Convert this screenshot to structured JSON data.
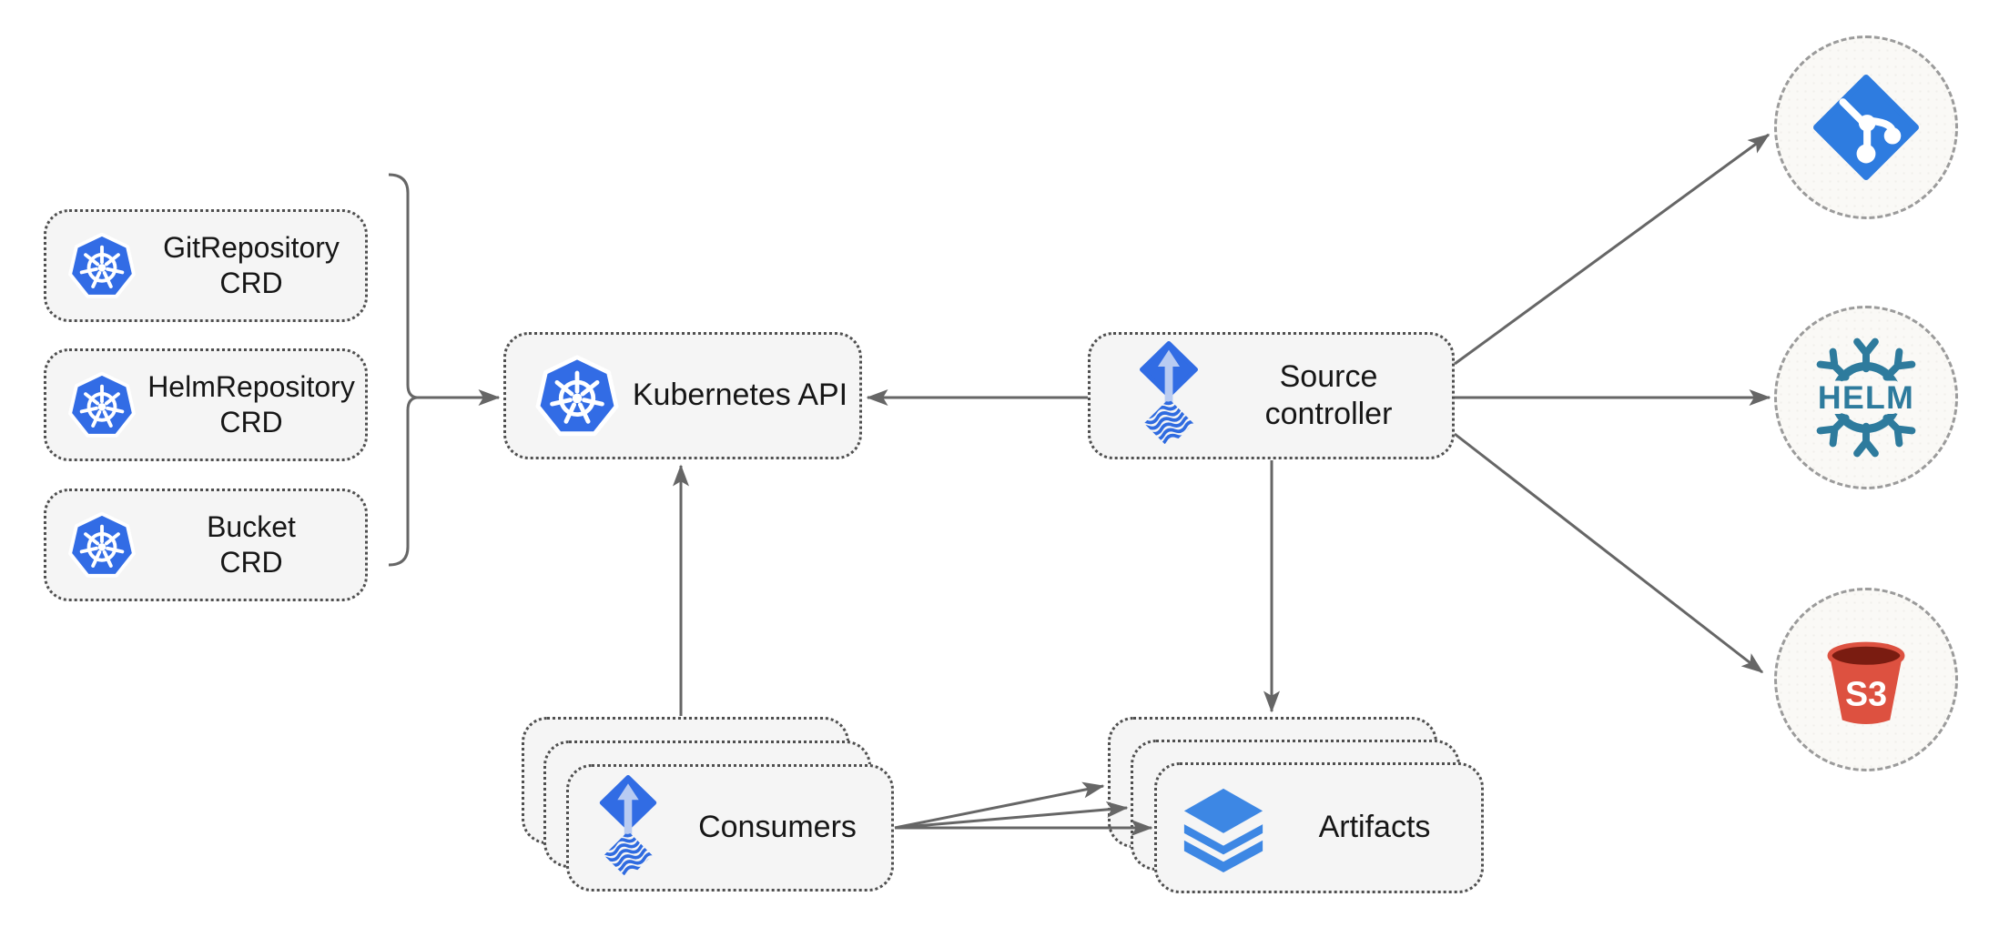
{
  "palette": {
    "box_fill": "#f5f5f5",
    "box_border": "#4f4f4f",
    "circle_fill": "#faf9f6",
    "circle_border": "#9b9b9b",
    "arrow_gray": "#666666",
    "kubernetes_blue": "#326CE5",
    "flux_blue": "#316ce4",
    "flux_light_arrow": "#b8cbf2",
    "git_blue": "#2e7ce0",
    "helm_teal": "#2e7b9d",
    "s3_red": "#dd5140",
    "s3_dark_rim": "#7a1c11",
    "layers_blue": "#3d87e4"
  },
  "nodes": {
    "crds": [
      {
        "line1": "GitRepository",
        "line2": "CRD"
      },
      {
        "line1": "HelmRepository",
        "line2": "CRD"
      },
      {
        "line1": "Bucket",
        "line2": "CRD"
      }
    ],
    "kubernetes_api": {
      "label": "Kubernetes API"
    },
    "source_controller": {
      "line1": "Source",
      "line2": "controller"
    },
    "consumers": {
      "label": "Consumers"
    },
    "artifacts": {
      "label": "Artifacts"
    },
    "helm": {
      "logo_text": "HELM"
    },
    "s3": {
      "logo_text": "S3"
    }
  },
  "edges": [
    {
      "from": "crd-group-bracket",
      "to": "kubernetes-api"
    },
    {
      "from": "source-controller",
      "to": "kubernetes-api"
    },
    {
      "from": "consumers",
      "to": "kubernetes-api"
    },
    {
      "from": "source-controller",
      "to": "artifacts"
    },
    {
      "from": "source-controller",
      "to": "git-source"
    },
    {
      "from": "source-controller",
      "to": "helm-source"
    },
    {
      "from": "source-controller",
      "to": "s3-source"
    },
    {
      "from": "consumers",
      "to": "artifacts-back"
    },
    {
      "from": "consumers",
      "to": "artifacts-middle"
    },
    {
      "from": "consumers",
      "to": "artifacts-front"
    }
  ]
}
